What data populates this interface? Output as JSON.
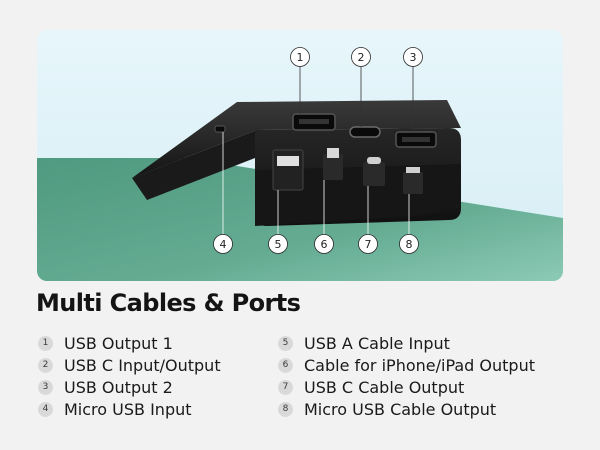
{
  "callouts": [
    "1",
    "2",
    "3",
    "4",
    "5",
    "6",
    "7",
    "8"
  ],
  "heading": "Multi Cables & Ports",
  "legend": [
    {
      "number": "1",
      "label": "USB Output 1"
    },
    {
      "number": "2",
      "label": "USB C Input/Output"
    },
    {
      "number": "3",
      "label": "USB Output 2"
    },
    {
      "number": "4",
      "label": "Micro USB Input"
    },
    {
      "number": "5",
      "label": "USB A Cable Input"
    },
    {
      "number": "6",
      "label": "Cable for iPhone/iPad Output"
    },
    {
      "number": "7",
      "label": "USB C Cable Output"
    },
    {
      "number": "8",
      "label": "Micro USB Cable Output"
    }
  ],
  "colors": {
    "page_background": "#f2f2f2",
    "sky": "#dff2f7",
    "surface_green": "#5da38a",
    "device_black": "#1c1c1c",
    "heading_text": "#141414",
    "number_badge": "#d9d9d9"
  }
}
